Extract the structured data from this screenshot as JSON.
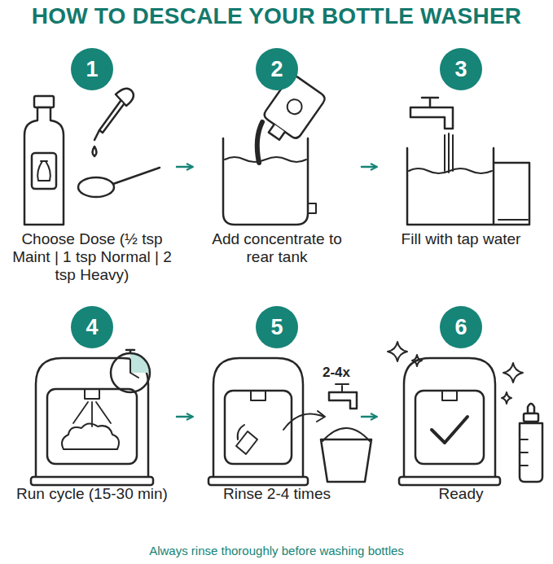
{
  "diagram": {
    "title": "HOW TO DESCALE YOUR BOTTLE WASHER",
    "caption": "Always rinse thoroughly before washing bottles",
    "nodes": [
      {
        "text": [
          "1",
          "Choose Dose (½ tsp Maint | 1 tsp Normal | 2 tsp Heavy)"
        ]
      },
      {
        "text": [
          "2",
          "Add concentrate to rear tank"
        ]
      },
      {
        "text": [
          "3",
          "Fill with tap water"
        ]
      },
      {
        "text": [
          "4",
          "Run cycle (15-30 min)"
        ]
      },
      {
        "text": [
          "5",
          "Rinse 2-4 times"
        ]
      },
      {
        "text": [
          "6",
          "Ready"
        ]
      }
    ],
    "edges": [
      {
        "from": 0,
        "to": 1,
        "arrow": "to"
      },
      {
        "from": 1,
        "to": 2,
        "arrow": "to"
      },
      {
        "from": 3,
        "to": 4,
        "arrow": "to"
      },
      {
        "from": 4,
        "to": 5,
        "arrow": "to"
      }
    ],
    "labels": [
      "2-4x"
    ]
  }
}
